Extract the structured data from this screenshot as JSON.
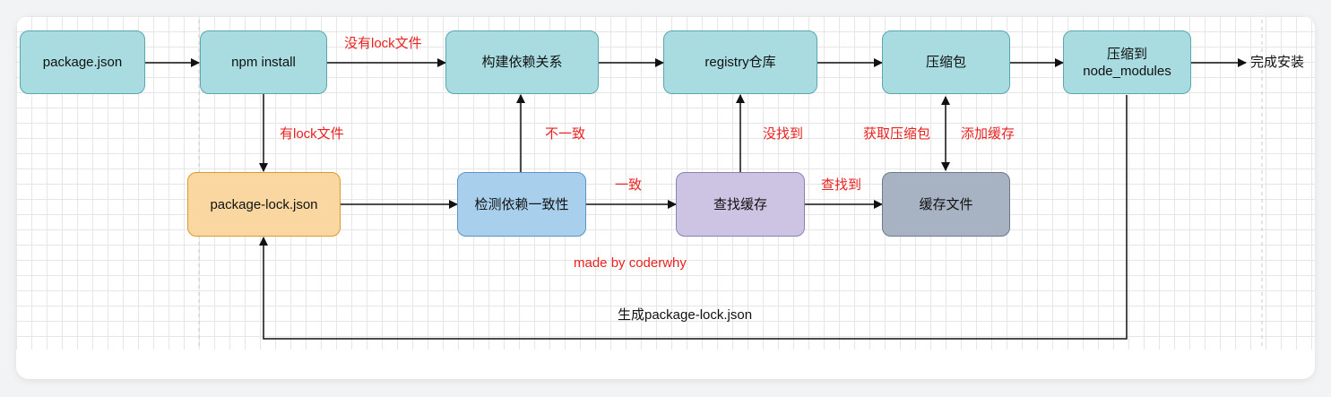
{
  "nodes": {
    "package_json": "package.json",
    "npm_install": "npm install",
    "build_deps": "构建依赖关系",
    "registry": "registry仓库",
    "compress_pkg": "压缩包",
    "compress_to": "压缩到\nnode_modules",
    "package_lock": "package-lock.json",
    "check_consistency": "检测依赖一致性",
    "find_cache": "查找缓存",
    "cache_file": "缓存文件"
  },
  "labels": {
    "no_lock": "没有lock文件",
    "has_lock": "有lock文件",
    "inconsistent": "不一致",
    "consistent": "一致",
    "not_found": "没找到",
    "found": "查找到",
    "get_compressed": "获取压缩包",
    "add_cache": "添加缓存",
    "install_done": "完成安装",
    "generate_lock": "生成package-lock.json",
    "watermark": "made by coderwhy"
  },
  "colors": {
    "teal": "#a8dce0",
    "orange": "#fad7a1",
    "blue": "#a8d0ed",
    "purple": "#cdc4e3",
    "gray": "#a7b3c2",
    "label_red": "#e8221f"
  }
}
